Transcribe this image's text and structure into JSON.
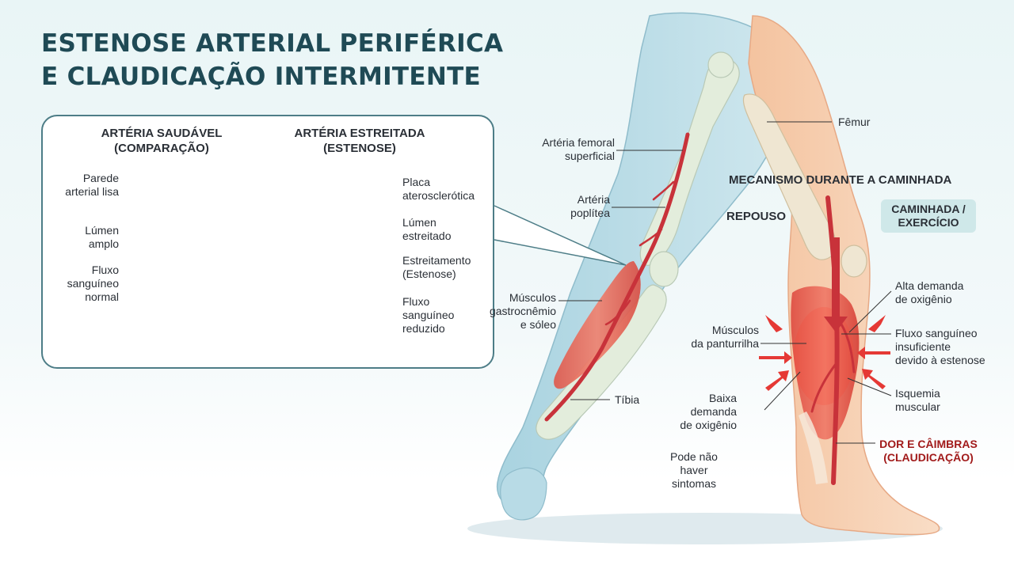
{
  "title": {
    "line1": "ESTENOSE ARTERIAL PERIFÉRICA",
    "line2": "E CLAUDICAÇÃO INTERMITENTE"
  },
  "inset": {
    "healthy": {
      "heading1": "ARTÉRIA SAUDÁVEL",
      "heading2": "(COMPARAÇÃO)",
      "wall": [
        "Parede",
        "arterial lisa"
      ],
      "lumen": [
        "Lúmen",
        "amplo"
      ],
      "flow": [
        "Fluxo",
        "sanguíneo",
        "normal"
      ]
    },
    "stenosis": {
      "heading1": "ARTÉRIA ESTREITADA",
      "heading2": "(ESTENOSE)",
      "plaque": [
        "Placa",
        "aterosclerótica"
      ],
      "lumen": [
        "Lúmen",
        "estreitado"
      ],
      "narrowing": [
        "Estreitamento",
        "(Estenose)"
      ],
      "flow": [
        "Fluxo",
        "sanguíneo",
        "reduzido"
      ]
    }
  },
  "leg": {
    "femur": "Fêmur",
    "femoral_artery": [
      "Artéria femoral",
      "superficial"
    ],
    "popliteal_artery": [
      "Artéria",
      "poplítea"
    ],
    "calf_muscles": [
      "Músculos",
      "gastrocnêmio",
      "e sóleo"
    ],
    "tibia": "Tíbia"
  },
  "mechanism": {
    "title": "MECANISMO DURANTE A CAMINHADA",
    "rest": "REPOUSO",
    "exercise": [
      "CAMINHADA /",
      "EXERCÍCIO"
    ],
    "calf": [
      "Músculos",
      "da panturrilha"
    ],
    "low_demand": [
      "Baixa",
      "demanda",
      "de oxigênio"
    ],
    "no_symptoms": [
      "Pode não",
      "haver",
      "sintomas"
    ],
    "high_demand": [
      "Alta demanda",
      "de oxigênio"
    ],
    "insufficient": [
      "Fluxo sanguíneo",
      "insuficiente",
      "devido à estenose"
    ],
    "ischemia": [
      "Isquemia",
      "muscular"
    ],
    "pain": [
      "DOR E CÂIMBRAS",
      "(CLAUDICAÇÃO)"
    ]
  },
  "colors": {
    "title": "#1f4a55",
    "artery": "#c8323a",
    "plaque": "#f2c14e",
    "pain": "#a11a1a",
    "border": "#4d7d87"
  }
}
